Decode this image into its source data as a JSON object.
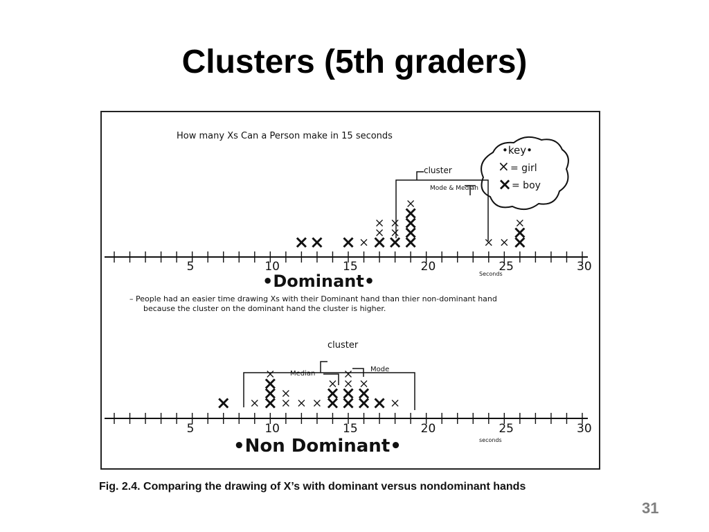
{
  "slide": {
    "title": "Clusters (5th graders)",
    "page_number": "31"
  },
  "figure": {
    "question": "How many Xs Can a Person make in 15 seconds",
    "key": {
      "title": "•key•",
      "girl": "= girl",
      "boy": "= boy"
    },
    "dominant": {
      "title": "•Dominant•",
      "cluster_label": "cluster",
      "mode_median_label": "Mode & Median",
      "axis_ticks": [
        "5",
        "10",
        "15",
        "20",
        "25",
        "30"
      ],
      "unit_label": "Seconds",
      "note_line1": "– People had an easier time drawing Xs with their Dominant hand than thier non-dominant hand",
      "note_line2": "because the cluster on the dominant hand the cluster is higher."
    },
    "non_dominant": {
      "title": "•Non Dominant•",
      "cluster_label": "cluster",
      "median_label": "Median",
      "mode_label": "Mode",
      "axis_ticks": [
        "5",
        "10",
        "15",
        "20",
        "25",
        "30"
      ],
      "unit_label": "seconds"
    },
    "caption": "Fig. 2.4. Comparing the drawing of X’s with dominant versus nondominant hands"
  },
  "chart_data": [
    {
      "type": "scatter",
      "title": "•Dominant•",
      "xlabel": "Seconds",
      "xlim": [
        0,
        30
      ],
      "series": [
        {
          "name": "girl",
          "x": [
            16,
            17,
            17,
            18,
            18,
            19,
            24,
            25,
            26
          ]
        },
        {
          "name": "boy",
          "x": [
            12,
            13,
            15,
            17,
            18,
            19,
            19,
            19,
            19,
            26,
            26
          ]
        }
      ]
    },
    {
      "type": "scatter",
      "title": "•Non Dominant•",
      "xlabel": "seconds",
      "xlim": [
        0,
        30
      ],
      "series": [
        {
          "name": "girl",
          "x": [
            9,
            10,
            11,
            11,
            12,
            13,
            14,
            15,
            15,
            16,
            18
          ]
        },
        {
          "name": "boy",
          "x": [
            7,
            10,
            10,
            10,
            14,
            14,
            15,
            15,
            16,
            16,
            17
          ]
        }
      ]
    }
  ]
}
